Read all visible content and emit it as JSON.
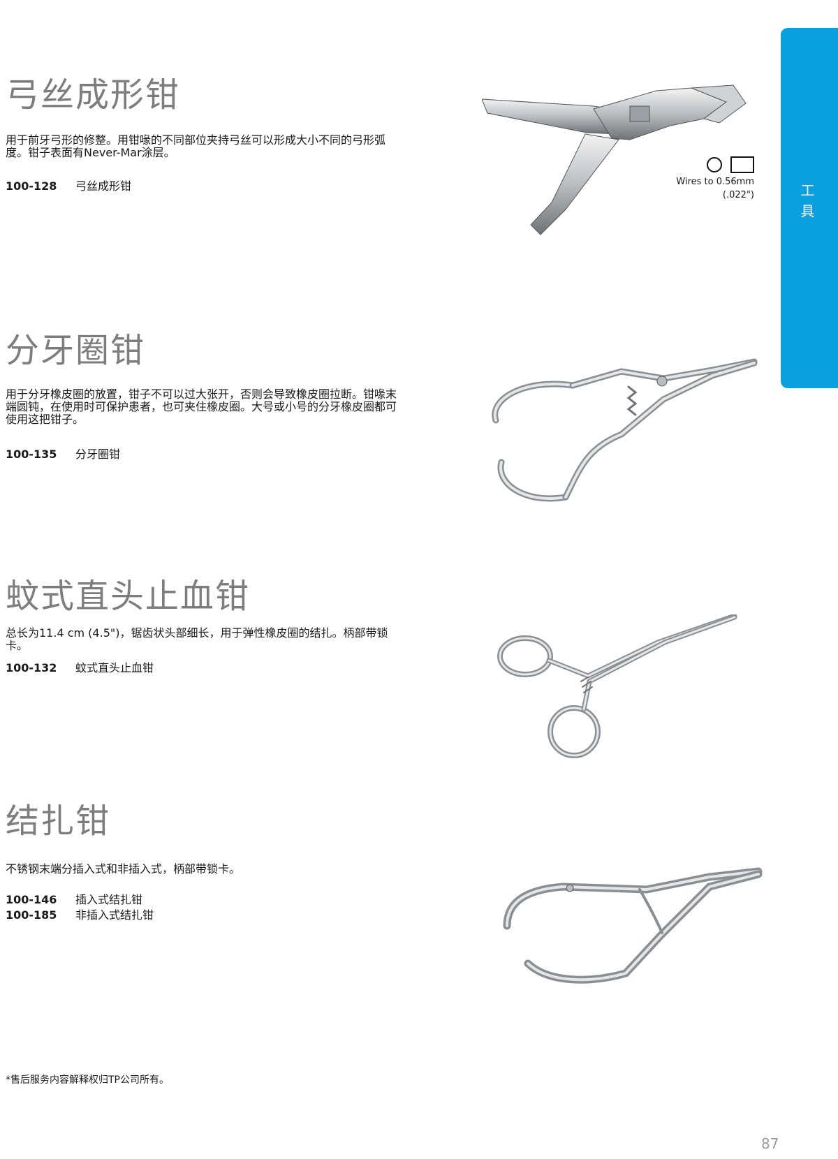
{
  "side_tab": {
    "label": "工具"
  },
  "products": [
    {
      "title": "弓丝成形钳",
      "description": "用于前牙弓形的修整。用钳喙的不同部位夹持弓丝可以形成大小不同的弓形弧度。钳子表面有Never-Mar涂层。",
      "items": [
        {
          "code": "100-128",
          "name": "弓丝成形钳"
        }
      ],
      "spec": {
        "wire_size": "Wires to 0.56mm",
        "wire_size_inch": "(.022\")",
        "wire_shapes": [
          "round",
          "rectangular"
        ]
      }
    },
    {
      "title": "分牙圈钳",
      "description": "用于分牙橡皮圈的放置，钳子不可以过大张开，否则会导致橡皮圈拉断。钳喙末端圆钝，在使用时可保护患者，也可夹住橡皮圈。大号或小号的分牙橡皮圈都可使用这把钳子。",
      "items": [
        {
          "code": "100-135",
          "name": "分牙圈钳"
        }
      ]
    },
    {
      "title": "蚊式直头止血钳",
      "description": "总长为11.4 cm (4.5\")，锯齿状头部细长，用于弹性橡皮圈的结扎。柄部带锁卡。",
      "items": [
        {
          "code": "100-132",
          "name": "蚊式直头止血钳"
        }
      ]
    },
    {
      "title": "结扎钳",
      "description": "不锈钢末端分插入式和非插入式，柄部带锁卡。",
      "items": [
        {
          "code": "100-146",
          "name": "插入式结扎钳"
        },
        {
          "code": "100-185",
          "name": "非插入式结扎钳"
        }
      ]
    }
  ],
  "footnote": "*售后服务内容解释权归TP公司所有。",
  "page_number": "87",
  "colors": {
    "accent": "#0aa0e0",
    "title_gray": "#7d7d7d",
    "text": "#1a1a1a",
    "steel": "#b9bdc2"
  },
  "icons": [
    "wire-arch-plier-icon",
    "separating-plier-icon",
    "hemostat-icon",
    "ligature-plier-icon",
    "round-wire-icon",
    "rectangular-wire-icon"
  ]
}
